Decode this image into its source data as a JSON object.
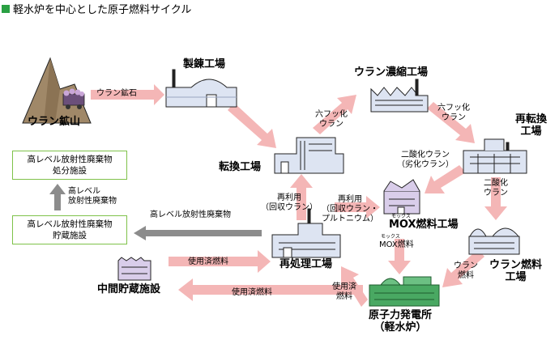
{
  "title": "軽水炉を中心とした原子燃料サイクル",
  "colors": {
    "arrow": "#f4b6b6",
    "gray_arrow": "#8c8c8c",
    "box_border": "#7fc24a",
    "building": "#dde4f2",
    "mox_building": "#d9cdea",
    "reactor": "#49a862",
    "title_marker": "#2aa043"
  },
  "facilities": {
    "mine": "ウラン鉱山",
    "refinery": "製錬工場",
    "enrichment": "ウラン濃縮工場",
    "reconversion_l1": "再転換",
    "reconversion_l2": "工場",
    "conversion": "転換工場",
    "mox_fuel": "MOX燃料工場",
    "uranium_fuel_l1": "ウラン燃料",
    "uranium_fuel_l2": "工場",
    "reprocessing": "再処理工場",
    "interim_storage": "中間貯蔵施設",
    "reactor_l1": "原子力発電所",
    "reactor_l2": "（軽水炉）"
  },
  "boxes": {
    "disposal_l1": "高レベル放射性廃棄物",
    "disposal_l2": "処分施設",
    "storage_l1": "高レベル放射性廃棄物",
    "storage_l2": "貯蔵施設"
  },
  "flows": {
    "ore": "ウラン鉱石",
    "uf6_a_l1": "六フッ化",
    "uf6_a_l2": "ウラン",
    "uf6_b_l1": "六フッ化",
    "uf6_b_l2": "ウラン",
    "uo2_depleted_l1": "二酸化ウラン",
    "uo2_depleted_l2": "（劣化ウラン）",
    "uo2_l1": "二酸化",
    "uo2_l2": "ウラン",
    "recycled_u_l1": "再利用",
    "recycled_u_l2": "（回収ウラン）",
    "recycled_pu_l1": "再利用",
    "recycled_pu_l2": "（回収ウラン・",
    "recycled_pu_l3": "プルトニウム）",
    "hlw_flow": "高レベル放射性廃棄物",
    "hlw_up_l1": "高レベル",
    "hlw_up_l2": "放射性廃棄物",
    "spent_to_reprocessing": "使用済燃料",
    "spent_to_storage": "使用済燃料",
    "spent_from_reactor_l1": "使用済",
    "spent_from_reactor_l2": "燃料",
    "u_fuel_l1": "ウラン",
    "u_fuel_l2": "燃料",
    "mox_ruby": "モックス",
    "mox_fuel_ruby": "モックス",
    "mox_fuel_flow": "MOX燃料"
  }
}
